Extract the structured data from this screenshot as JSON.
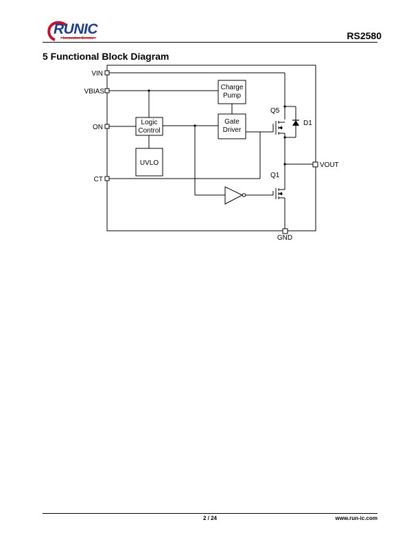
{
  "header": {
    "logo_text": "RUNIC",
    "logo_tagline": "Innovation Service",
    "part_number": "RS2580"
  },
  "section": {
    "title": "5 Functional Block Diagram"
  },
  "diagram": {
    "pins": {
      "vin": "VIN",
      "vbias": "VBIAS",
      "on": "ON",
      "ct": "CT",
      "vout": "VOUT",
      "gnd": "GND"
    },
    "blocks": {
      "charge_pump": [
        "Charge",
        "Pump"
      ],
      "logic_control": [
        "Logic",
        "Control"
      ],
      "gate_driver": [
        "Gate",
        "Driver"
      ],
      "uvlo": "UVLO"
    },
    "components": {
      "q5": "Q5",
      "q1": "Q1",
      "d1": "D1"
    }
  },
  "footer": {
    "page": "2 / 24",
    "website": "www.run-ic.com"
  },
  "colors": {
    "logo_blue": "#1a3d8f",
    "logo_red": "#c8102e"
  }
}
